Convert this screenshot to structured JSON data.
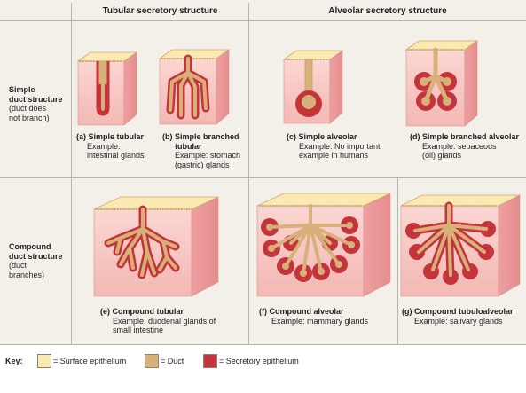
{
  "headers": {
    "tubular": "Tubular secretory structure",
    "alveolar": "Alveolar secretory structure"
  },
  "rows": {
    "simple": {
      "title": "Simple",
      "title2": "duct structure",
      "sub1": "(duct does",
      "sub2": "not branch)"
    },
    "compound": {
      "title": "Compound",
      "title2": "duct structure",
      "sub1": "(duct",
      "sub2": "branches)"
    }
  },
  "glands": {
    "a": {
      "title": "(a) Simple tubular",
      "l1": "Example:",
      "l2": "intestinal glands",
      "l3": ""
    },
    "b": {
      "title": "(b) Simple branched",
      "l1": "tubular",
      "l2": "Example: stomach",
      "l3": "(gastric) glands"
    },
    "c": {
      "title": "(c) Simple alveolar",
      "l1": "Example: No important",
      "l2": "example in humans",
      "l3": ""
    },
    "d": {
      "title": "(d) Simple branched alveolar",
      "l1": "Example: sebaceous",
      "l2": "(oil) glands",
      "l3": ""
    },
    "e": {
      "title": "(e) Compound tubular",
      "l1": "Example: duodenal glands of",
      "l2": "small intestine"
    },
    "f": {
      "title": "(f) Compound alveolar",
      "l1": "Example: mammary glands"
    },
    "g": {
      "title": "(g) Compound tubuloalveolar",
      "l1": "Example: salivary glands"
    }
  },
  "key": {
    "label": "Key:",
    "surface": "= Surface epithelium",
    "duct": "= Duct",
    "secretory": "= Secretory epithelium"
  },
  "colors": {
    "surface": "#fbe9b4",
    "duct": "#d7b07a",
    "secretory": "#c4343a",
    "tissue_front": "#f7c8c4",
    "tissue_side": "#ec9c9c"
  }
}
